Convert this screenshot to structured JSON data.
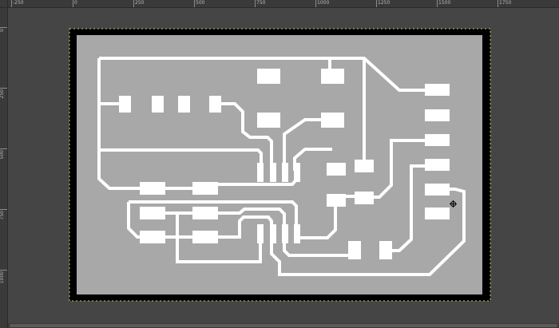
{
  "rulers": {
    "horizontal": [
      "-250",
      "0",
      "250",
      "500",
      "750",
      "1000",
      "1250",
      "1500",
      "1750"
    ],
    "vertical": [
      "0",
      "250",
      "500",
      "750",
      "1000"
    ]
  },
  "canvas": {
    "background": "#454545",
    "border_color": "#000000",
    "board_color": "#a8a8a8",
    "trace_color": "#ffffff",
    "guide_color": "#d4c85a"
  },
  "cursor": {
    "icon": "crosshair-cursor-icon"
  }
}
